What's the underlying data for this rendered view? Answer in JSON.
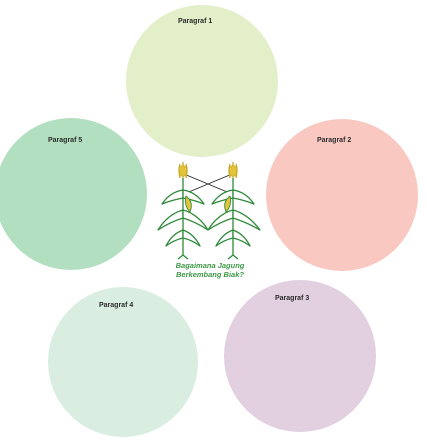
{
  "title_lines": [
    "Bagaimana Jagung",
    "Berkembang Biak?"
  ],
  "paragraphs": [
    {
      "label": "Paragraf 1",
      "color": "#e2efc8"
    },
    {
      "label": "Paragraf 2",
      "color": "#f9c8c1"
    },
    {
      "label": "Paragraf 3",
      "color": "#e2cfdf"
    },
    {
      "label": "Paragraf 4",
      "color": "#d9ede0"
    },
    {
      "label": "Paragraf 5",
      "color": "#b3dfc1"
    }
  ],
  "colors": {
    "title_text": "#3e9a46",
    "plant_outline": "#2f8a3a",
    "corn_tassel": "#e2c43a",
    "cross_lines": "#222222"
  },
  "icons": [
    "corn-plant-icon"
  ]
}
